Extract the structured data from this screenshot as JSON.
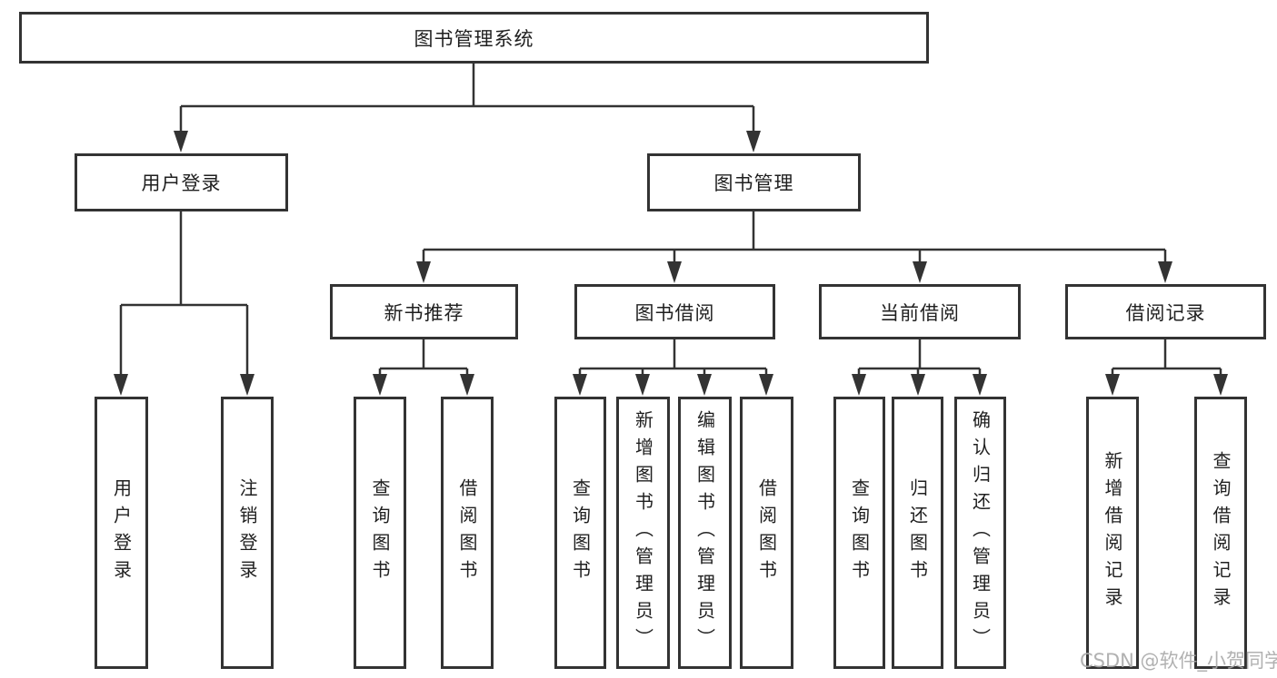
{
  "tree": {
    "label": "图书管理系统",
    "children": [
      {
        "label": "用户登录",
        "children": [
          {
            "label": "用户登录"
          },
          {
            "label": "注销登录"
          }
        ]
      },
      {
        "label": "图书管理",
        "children": [
          {
            "label": "新书推荐",
            "children": [
              {
                "label": "查询图书"
              },
              {
                "label": "借阅图书"
              }
            ]
          },
          {
            "label": "图书借阅",
            "children": [
              {
                "label": "查询图书"
              },
              {
                "label": "新增图书（管理员）"
              },
              {
                "label": "编辑图书（管理员）"
              },
              {
                "label": "借阅图书"
              }
            ]
          },
          {
            "label": "当前借阅",
            "children": [
              {
                "label": "查询图书"
              },
              {
                "label": "归还图书"
              },
              {
                "label": "确认归还（管理员）"
              }
            ]
          },
          {
            "label": "借阅记录",
            "children": [
              {
                "label": "新增借阅记录"
              },
              {
                "label": "查询借阅记录"
              }
            ]
          }
        ]
      }
    ]
  },
  "watermark": "CSDN @软件_小贺同学",
  "colors": {
    "line": "#333333",
    "text": "#1f1f1f",
    "watermark": "#a8a8a8",
    "background": "#ffffff"
  }
}
